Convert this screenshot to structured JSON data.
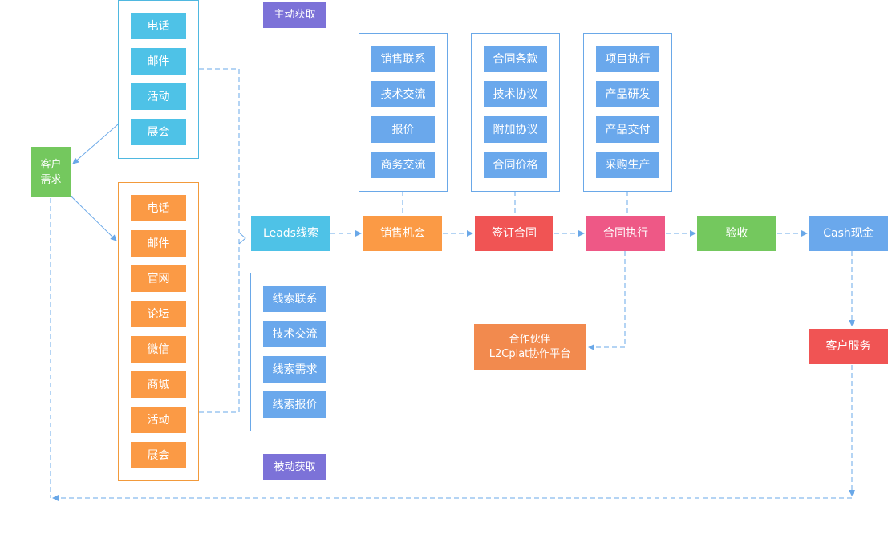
{
  "customer_need": "客户\n需求",
  "active_label": "主动获取",
  "passive_label": "被动获取",
  "active_channels": [
    "电话",
    "邮件",
    "活动",
    "展会"
  ],
  "passive_channels": [
    "电话",
    "邮件",
    "官网",
    "论坛",
    "微信",
    "商城",
    "活动",
    "展会"
  ],
  "leads_sub": [
    "线索联系",
    "技术交流",
    "线索需求",
    "线索报价"
  ],
  "opportunity_sub": [
    "销售联系",
    "技术交流",
    "报价",
    "商务交流"
  ],
  "contract_sub": [
    "合同条款",
    "技术协议",
    "附加协议",
    "合同价格"
  ],
  "execution_sub": [
    "项目执行",
    "产品研发",
    "产品交付",
    "采购生产"
  ],
  "flow": {
    "leads": "Leads线索",
    "opportunity": "销售机会",
    "contract": "签订合同",
    "execution": "合同执行",
    "acceptance": "验收",
    "cash": "Cash现金"
  },
  "partner": {
    "line1": "合作伙伴",
    "line2": "L2Cplat协作平台"
  },
  "customer_service": "客户服务",
  "colors": {
    "cyan": "#4ec2e7",
    "orange": "#fb9a45",
    "blue": "#6aa8ec",
    "purple": "#7c72d8",
    "green": "#74c85e",
    "red": "#f05454",
    "pink": "#ee5886",
    "partner": "#f28a4e",
    "connector": "#6aa8e8"
  }
}
